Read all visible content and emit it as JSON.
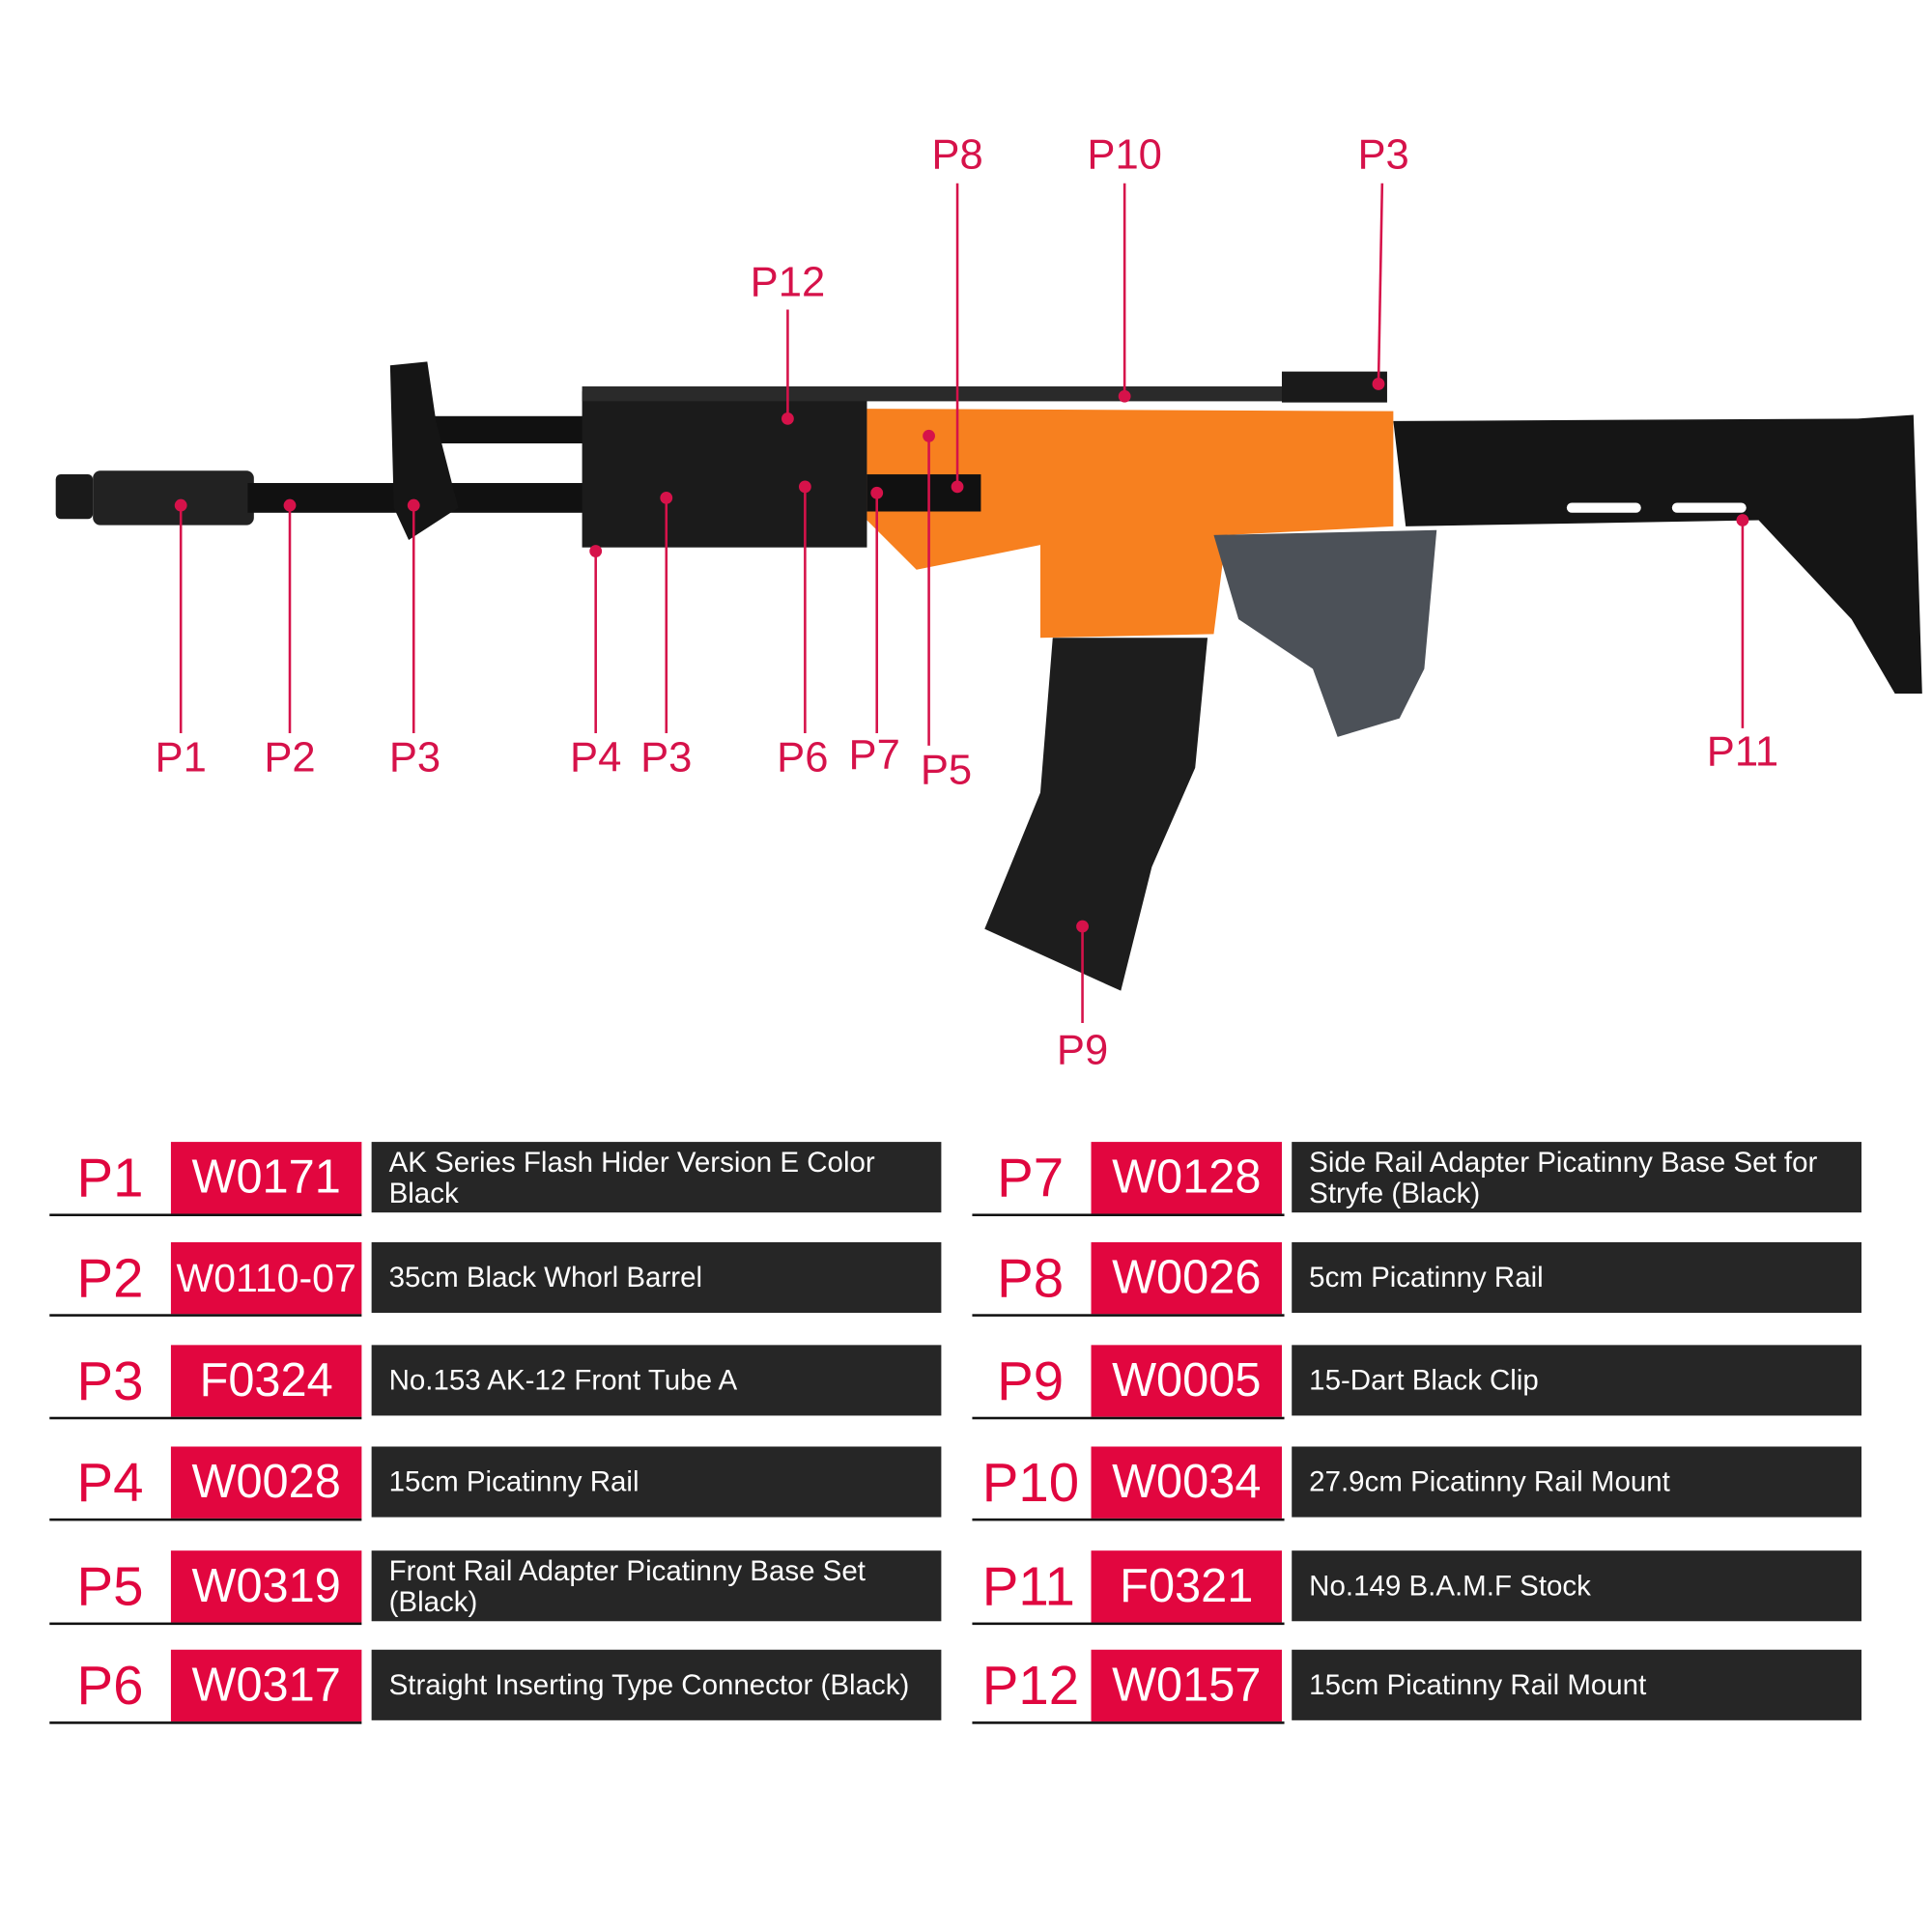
{
  "colors": {
    "accent": "#e2063f",
    "label": "#d6124a",
    "desc_bg": "#262626",
    "orange": "#f7801f"
  },
  "callouts": [
    "P8",
    "P10",
    "P3",
    "P12",
    "P1",
    "P2",
    "P3",
    "P4",
    "P3",
    "P6",
    "P7",
    "P5",
    "P11",
    "P9"
  ],
  "parts": [
    {
      "id": "P1",
      "code": "W0171",
      "name": "AK Series Flash Hider Version E Color Black"
    },
    {
      "id": "P2",
      "code": "W0110-07",
      "name": "35cm Black Whorl Barrel"
    },
    {
      "id": "P3",
      "code": "F0324",
      "name": "No.153 AK-12 Front Tube A"
    },
    {
      "id": "P4",
      "code": "W0028",
      "name": "15cm Picatinny Rail"
    },
    {
      "id": "P5",
      "code": "W0319",
      "name": "Front Rail Adapter Picatinny Base Set (Black)"
    },
    {
      "id": "P6",
      "code": "W0317",
      "name": "Straight Inserting Type Connector (Black)"
    },
    {
      "id": "P7",
      "code": "W0128",
      "name": "Side  Rail Adapter Picatinny Base Set for  Stryfe (Black)"
    },
    {
      "id": "P8",
      "code": "W0026",
      "name": "5cm Picatinny Rail"
    },
    {
      "id": "P9",
      "code": "W0005",
      "name": "15-Dart Black Clip"
    },
    {
      "id": "P10",
      "code": "W0034",
      "name": "27.9cm Picatinny Rail Mount"
    },
    {
      "id": "P11",
      "code": "F0321",
      "name": "No.149 B.A.M.F Stock"
    },
    {
      "id": "P12",
      "code": "W0157",
      "name": "15cm Picatinny Rail Mount"
    }
  ]
}
